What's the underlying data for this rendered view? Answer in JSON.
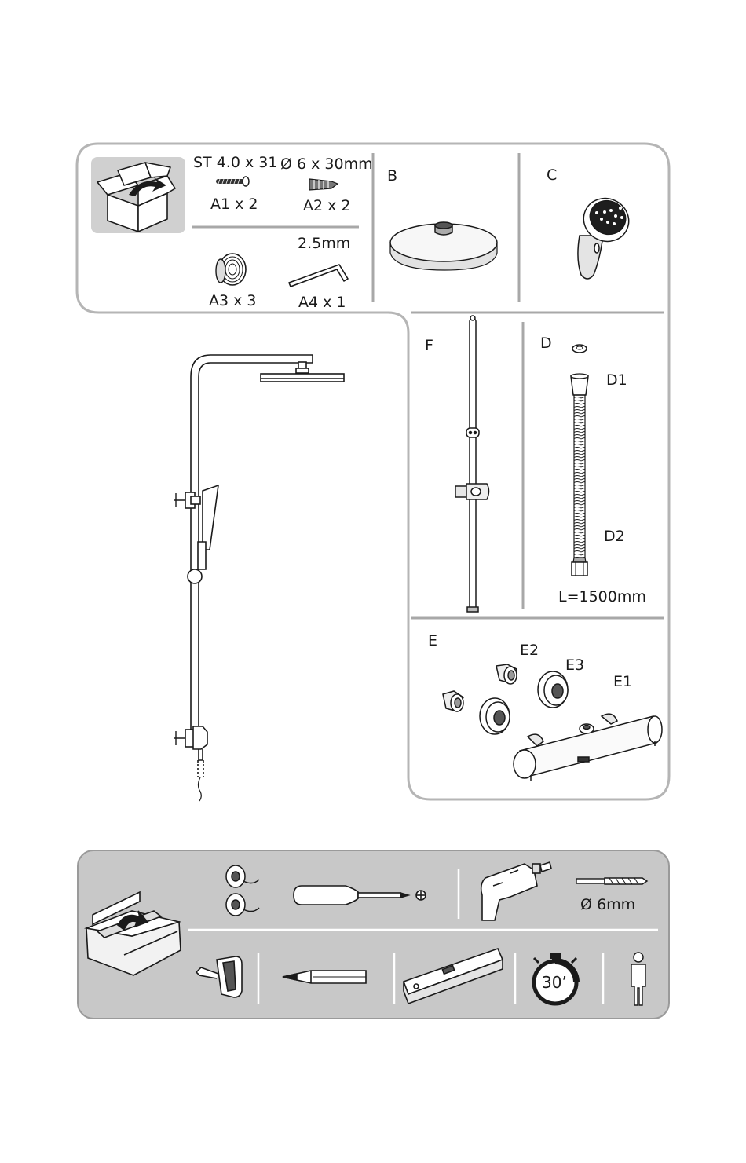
{
  "parts": {
    "a1": {
      "spec": "ST 4.0 x 31",
      "code": "A1 x 2"
    },
    "a2": {
      "spec": "Ø 6 x 30mm",
      "code": "A2 x 2"
    },
    "a3": {
      "code": "A3 x 3"
    },
    "a4": {
      "spec": "2.5mm",
      "code": "A4 x 1"
    },
    "b": {
      "code": "B"
    },
    "c": {
      "code": "C"
    },
    "f": {
      "code": "F"
    },
    "d": {
      "code": "D",
      "d1": "D1",
      "d2": "D2",
      "length": "L=1500mm"
    },
    "e": {
      "code": "E",
      "e1": "E1",
      "e2": "E2",
      "e3": "E3"
    }
  },
  "tools": {
    "drill_bit_size": "Ø 6mm",
    "time": "30’"
  },
  "colors": {
    "panel_border": "#b5b5b5",
    "tools_background": "#c8c8c8",
    "line": "#1a1a1a"
  }
}
